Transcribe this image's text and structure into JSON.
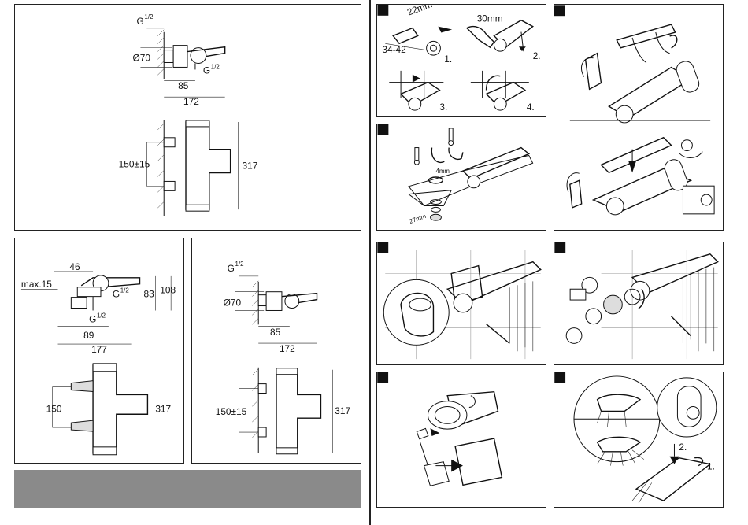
{
  "dimensions": {
    "top_left": {
      "thread": "G",
      "thread_frac": "1/2",
      "diameter": "Ø70",
      "len_85": "85",
      "len_172": "172",
      "height": "317",
      "spacing": "150±15"
    },
    "mid_left": {
      "depth": "46",
      "max": "max.15",
      "thread_a": "G",
      "thread_frac_a": "1/2",
      "h83": "83",
      "h108": "108",
      "thread_b": "G",
      "thread_frac_b": "1/2",
      "w89": "89",
      "w177": "177",
      "spacing": "150",
      "height": "317"
    },
    "mid_right": {
      "thread": "G",
      "thread_frac": "1/2",
      "diameter": "Ø70",
      "len_85": "85",
      "len_172": "172",
      "height": "317",
      "spacing": "150±15"
    }
  },
  "step1": {
    "dim_22": "22mm",
    "dim_30": "30mm",
    "range": "34-42",
    "n1": "1.",
    "n2": "2.",
    "n3": "3.",
    "n4": "4."
  },
  "step3": {
    "dim_4": "4mm",
    "dim_27": "27mm"
  },
  "step_last": {
    "n1": "1.",
    "n2": "2."
  }
}
